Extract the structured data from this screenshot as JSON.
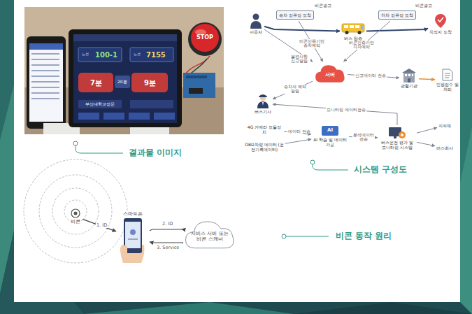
{
  "diagram": {
    "nodes": [
      {
        "text": [
          "사용자"
        ]
      },
      {
        "text": [
          "승차 정류장 도착"
        ]
      },
      {
        "text": [
          "버스 탑승"
        ]
      },
      {
        "text": [
          "하차 정류장 도착"
        ]
      },
      {
        "text": [
          "목적지 도착"
        ]
      },
      {
        "text": [
          "서버"
        ]
      },
      {
        "text": [
          "버스기사"
        ]
      },
      {
        "text": [
          "관할기관"
        ]
      },
      {
        "text": [
          "민원접수 및 처리"
        ]
      },
      {
        "text": [
          "4G 카메라 모듈장치"
        ]
      },
      {
        "text": [
          "OBD차량 데이터 (운전기록데이터)"
        ]
      },
      {
        "text": [
          "AI 학습 및 데이터 가공"
        ]
      },
      {
        "text": [
          "버스운전 평가 및 모니터링 시스템"
        ]
      },
      {
        "text": [
          "지자체"
        ]
      },
      {
        "text": [
          "버스회사"
        ]
      },
      {
        "text": [
          "비콘"
        ]
      },
      {
        "text": [
          "스마트폰"
        ]
      },
      {
        "text": [
          "서비스 서버 또는 비콘 스캐너"
        ]
      }
    ],
    "edges": [
      {
        "from": 0,
        "to": 2,
        "arrow": "to"
      },
      {
        "from": 2,
        "to": 4,
        "arrow": "to"
      },
      {
        "from": 1,
        "to": 5,
        "label": "비콘인증기반 승차예약",
        "arrow": "to"
      },
      {
        "from": 3,
        "to": 5,
        "label": "비콘인증기반 하차예약",
        "arrow": "to"
      },
      {
        "from": 0,
        "to": 5,
        "label": "불편사항 신고알림",
        "arrow": "to"
      },
      {
        "from": 5,
        "to": 6,
        "label": "승차자 예약 알림",
        "arrow": "to"
      },
      {
        "from": 5,
        "to": 7,
        "label": "신고데이터 전송",
        "arrow": "to"
      },
      {
        "from": 7,
        "to": 8,
        "arrow": "to"
      },
      {
        "from": 9,
        "to": 11,
        "label": "데이터 전송",
        "arrow": "to"
      },
      {
        "from": 10,
        "to": 11,
        "arrow": "to"
      },
      {
        "from": 11,
        "to": 12,
        "label": "분석데이터 전송",
        "arrow": "to"
      },
      {
        "from": 12,
        "to": 6,
        "label": "모니터링 데이터전송",
        "arrow": "to"
      },
      {
        "from": 12,
        "to": 13,
        "arrow": "to"
      },
      {
        "from": 12,
        "to": 14,
        "arrow": "to"
      },
      {
        "from": 15,
        "to": 16,
        "label": "1. ID",
        "arrow": "to"
      },
      {
        "from": 16,
        "to": 17,
        "label": "2. ID",
        "arrow": "to"
      },
      {
        "from": 17,
        "to": 16,
        "label": "3. Service",
        "arrow": "to"
      }
    ],
    "labels": [
      "결과물 이미지",
      "시스템 구성도",
      "비콘 동작 원리",
      "비콘광고",
      "비콘광고",
      "AI",
      "노선",
      "100-1",
      "노선",
      "7155",
      "7분",
      "20분",
      "9분",
      "부산대학교정문",
      "STOP"
    ]
  }
}
